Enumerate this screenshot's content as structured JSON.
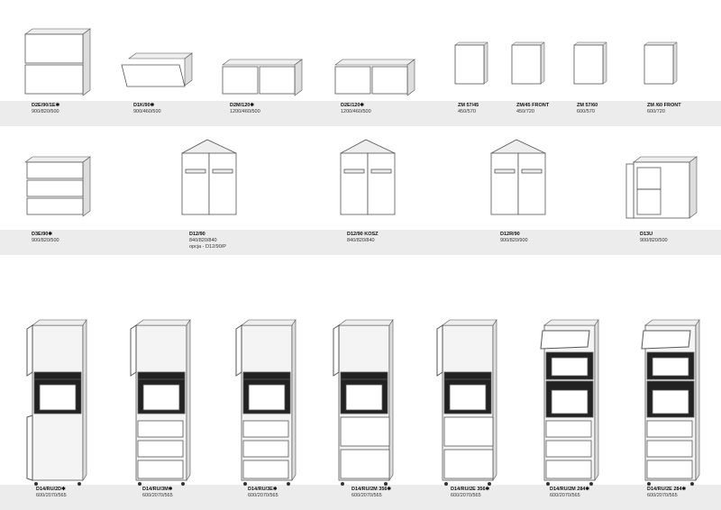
{
  "rows": [
    {
      "items": [
        {
          "code": "D2E/90/1E✱",
          "dims": "900/820/500",
          "type": "drawers2"
        },
        {
          "code": "D1K/90✱",
          "dims": "900/460/500",
          "type": "flap"
        },
        {
          "code": "D2M/120✱",
          "dims": "1200/460/500",
          "type": "wide2"
        },
        {
          "code": "D2E/120✱",
          "dims": "1200/460/500",
          "type": "wide2"
        },
        {
          "code": "ZM 57/45",
          "dims": "450/570",
          "type": "panel"
        },
        {
          "code": "ZM/45 FRONT",
          "dims": "450/720",
          "type": "panel"
        },
        {
          "code": "ZM 57/60",
          "dims": "600/570",
          "type": "panel"
        },
        {
          "code": "ZM /60 FRONT",
          "dims": "600/720",
          "type": "panel"
        }
      ]
    },
    {
      "items": [
        {
          "code": "D3E/90✱",
          "dims": "900/820/500",
          "type": "drawers3"
        },
        {
          "code": "D12/90",
          "dims": "840/820/840",
          "extra": "opcja - D12/90/P",
          "type": "corner"
        },
        {
          "code": "D12/90 KOSZ",
          "dims": "840/820/840",
          "type": "corner"
        },
        {
          "code": "D12R/90",
          "dims": "900/820/900",
          "type": "corner"
        },
        {
          "code": "D13U",
          "dims": "900/820/500",
          "type": "open"
        }
      ]
    },
    {
      "items": [
        {
          "code": "D14/RU/2D✱",
          "dims": "600/2070/565",
          "type": "tall2d"
        },
        {
          "code": "D14/RU/3M✱",
          "dims": "600/2070/565",
          "type": "tall3"
        },
        {
          "code": "D14/RU/3E✱",
          "dims": "600/2070/565",
          "type": "tall3"
        },
        {
          "code": "D14/RU/2M 356✱",
          "dims": "600/2070/565",
          "type": "tall2"
        },
        {
          "code": "D14/RU/2E 356✱",
          "dims": "600/2070/565",
          "type": "tall2"
        },
        {
          "code": "D14/RU/2M 284✱",
          "dims": "600/2070/565",
          "type": "tallm"
        },
        {
          "code": "D14/RU/2E 284✱",
          "dims": "600/2070/565",
          "type": "tallm"
        }
      ]
    }
  ]
}
